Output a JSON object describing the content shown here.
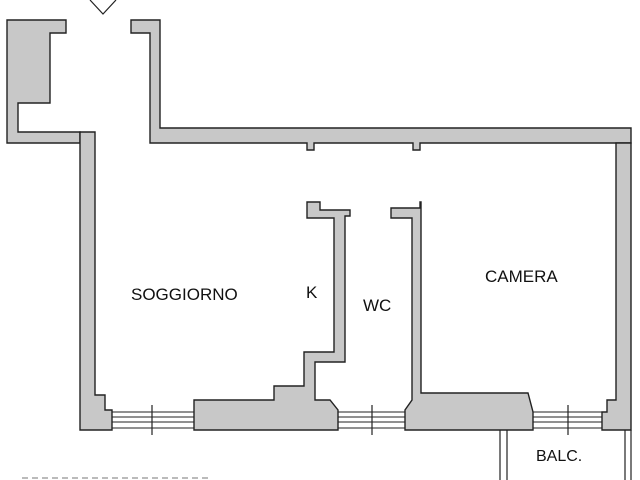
{
  "floor_plan": {
    "rooms": {
      "soggiorno": "SOGGIORNO",
      "kitchen": "K",
      "wc": "WC",
      "camera": "CAMERA",
      "balcony": "BALC."
    },
    "colors": {
      "wall_fill": "#c8c8c8",
      "wall_stroke": "#222222",
      "background": "#ffffff",
      "text": "#111111"
    },
    "entrance_icon": "compass-arrow-icon"
  }
}
